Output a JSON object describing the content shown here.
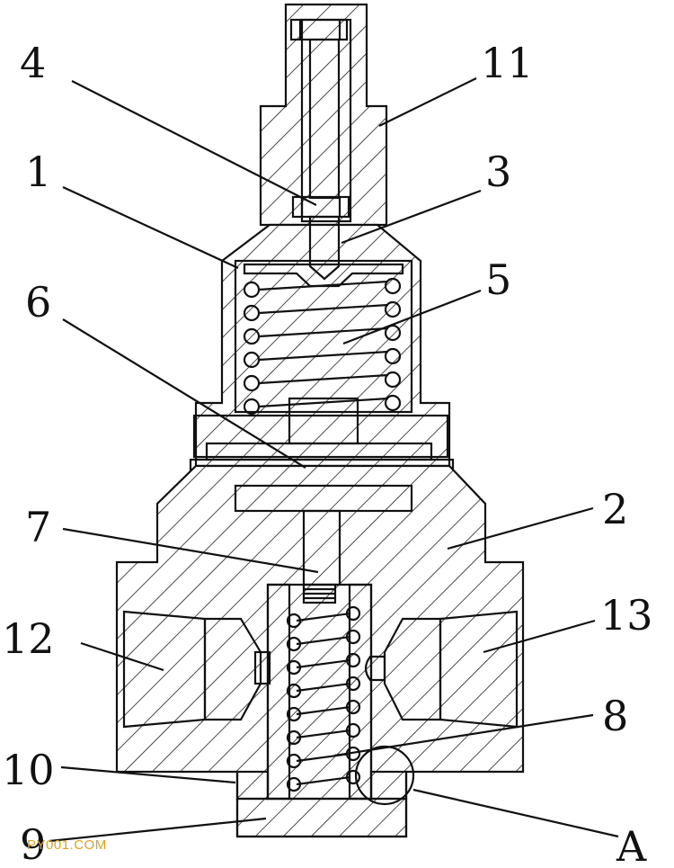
{
  "labels": {
    "l1": "1",
    "l2": "2",
    "l3": "3",
    "l4": "4",
    "l5": "5",
    "l6": "6",
    "l7": "7",
    "l8": "8",
    "l9": "9",
    "l10": "10",
    "l11": "11",
    "l12": "12",
    "l13": "13",
    "lA": "A"
  },
  "watermark": "PY001.COM",
  "colors": {
    "line": "#111111",
    "background": "#ffffff",
    "watermark": "#e0a020"
  }
}
